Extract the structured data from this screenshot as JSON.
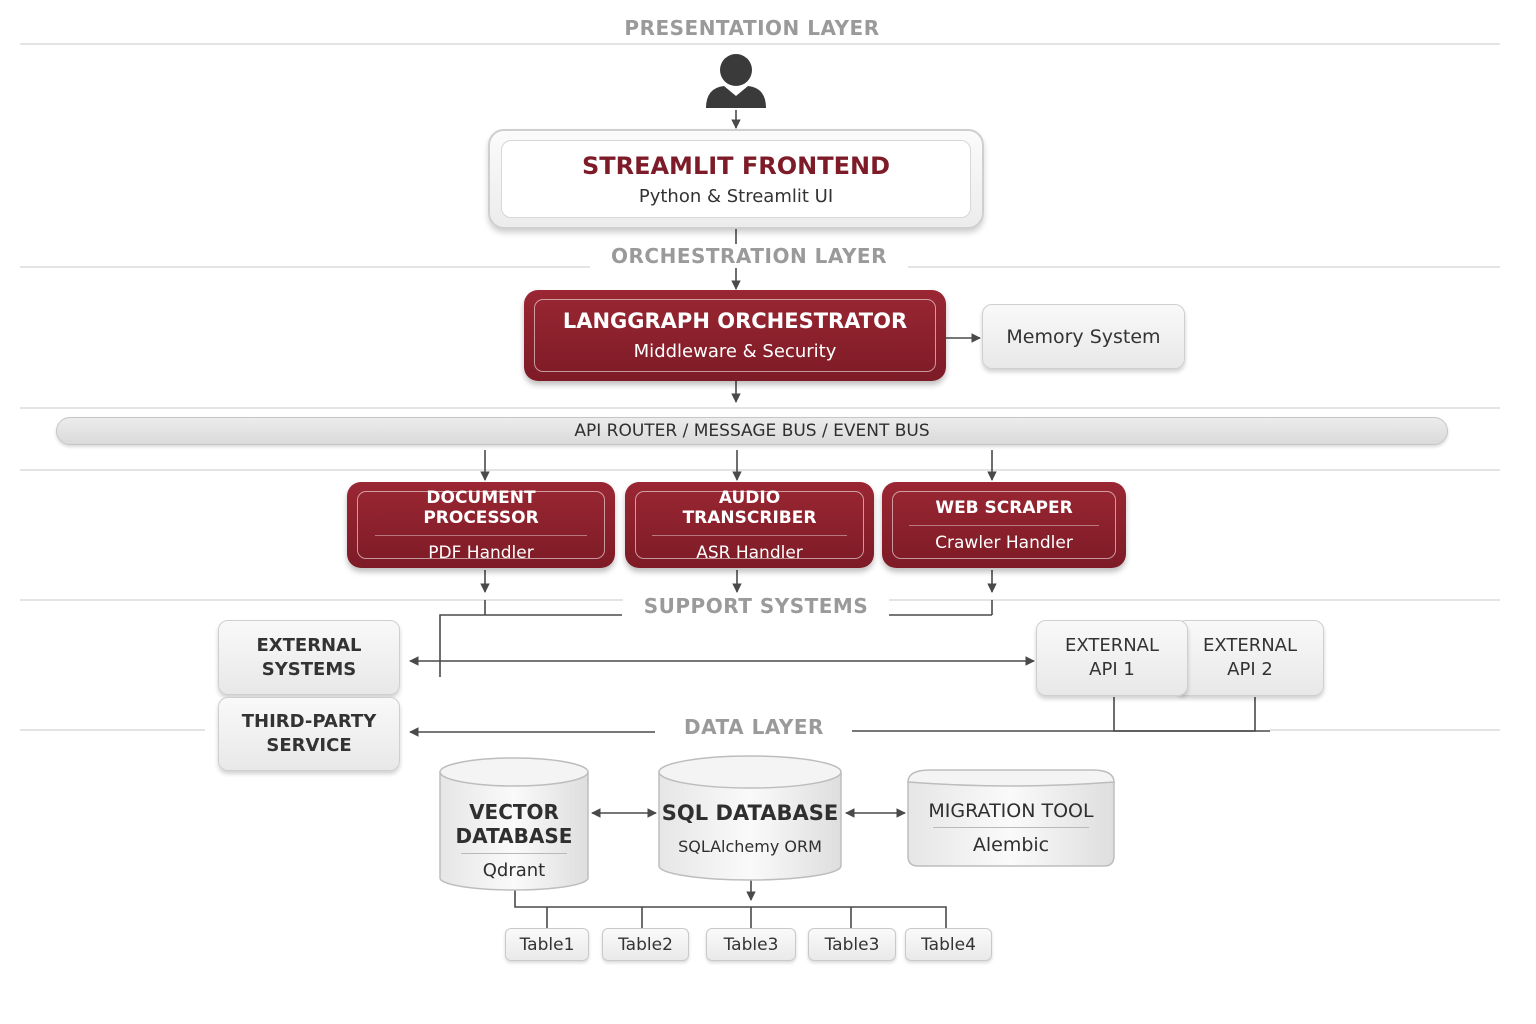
{
  "layers": {
    "presentation": "PRESENTATION LAYER",
    "orchestration": "ORCHESTRATION LAYER",
    "support": "SUPPORT SYSTEMS",
    "data": "DATA LAYER"
  },
  "frontend": {
    "title": "STREAMLIT FRONTEND",
    "subtitle": "Python & Streamlit UI"
  },
  "orchestrator": {
    "title": "LANGGRAPH ORCHESTRATOR",
    "subtitle": "Middleware & Security"
  },
  "memory": {
    "label": "Memory System"
  },
  "bus": {
    "label": "API ROUTER / MESSAGE BUS / EVENT BUS"
  },
  "services": [
    {
      "title": "DOCUMENT PROCESSOR",
      "subtitle": "PDF Handler"
    },
    {
      "title": "AUDIO TRANSCRIBER",
      "subtitle": "ASR Handler"
    },
    {
      "title": "WEB SCRAPER",
      "subtitle": "Crawler Handler"
    }
  ],
  "support": {
    "external_systems": {
      "line1": "EXTERNAL",
      "line2": "SYSTEMS"
    },
    "third_party": {
      "line1": "THIRD-PARTY",
      "line2": "SERVICE"
    },
    "external_api_1": {
      "line1": "EXTERNAL",
      "line2": "API 1"
    },
    "external_api_2": {
      "line1": "EXTERNAL",
      "line2": "API 2"
    }
  },
  "data": {
    "vector_db": {
      "line1": "VECTOR",
      "line2": "DATABASE",
      "sub": "Qdrant"
    },
    "sql_db": {
      "title": "SQL DATABASE",
      "sub": "SQLAlchemy ORM"
    },
    "migration": {
      "title": "MIGRATION TOOL",
      "sub": "Alembic"
    },
    "tables": [
      "Table1",
      "Table2",
      "Table3",
      "Table3",
      "Table4"
    ]
  },
  "colors": {
    "accent_red": "#8b1f2b",
    "title_red": "#7d1c28",
    "layer_label": "#9a9a9a",
    "connector": "#4a4a4a"
  },
  "icons": {
    "user": "user-icon"
  }
}
